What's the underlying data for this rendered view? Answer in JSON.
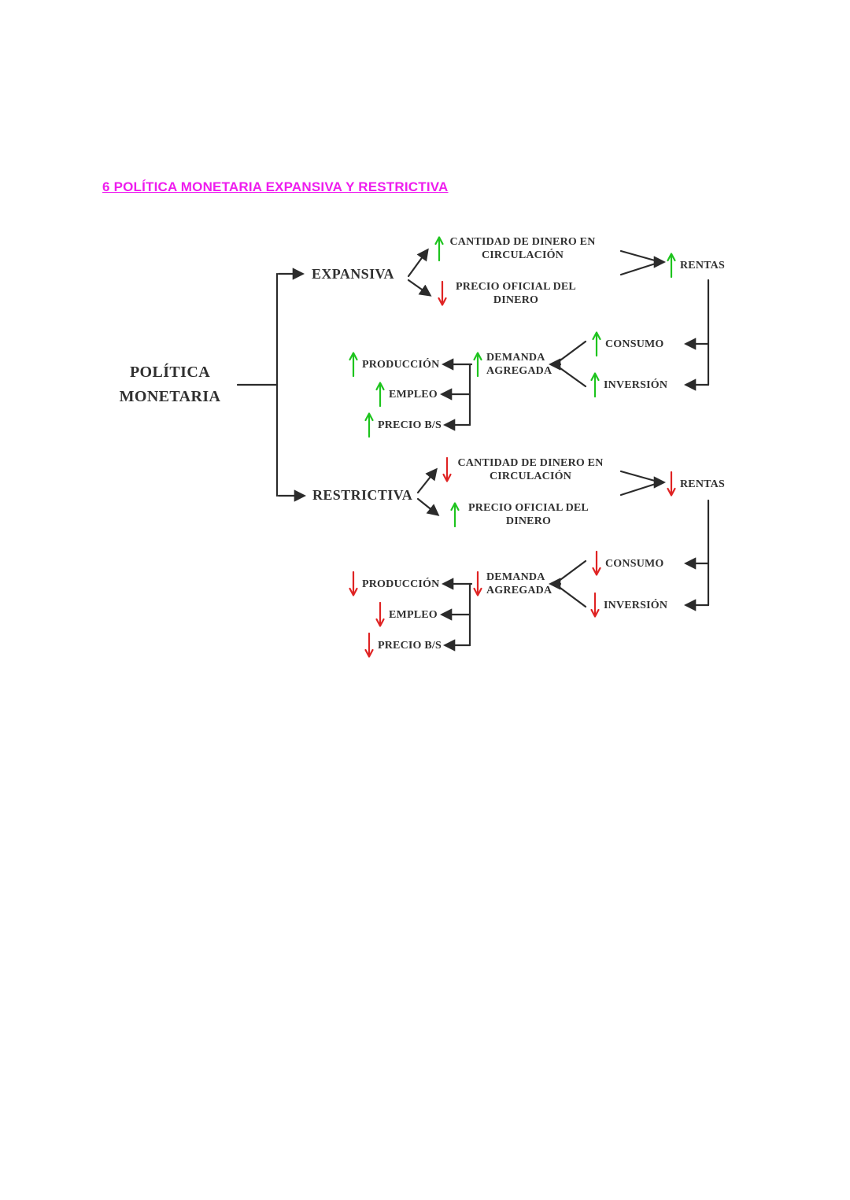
{
  "title": "6 POLÍTICA MONETARIA EXPANSIVA Y RESTRICTIVA",
  "colors": {
    "title": "#ee1cee",
    "up_arrow": "#1ec41e",
    "down_arrow": "#df2323",
    "line": "#2b2b2b",
    "text": "#303030",
    "background": "#ffffff"
  },
  "root": {
    "label": "POLÍTICA MONETARIA"
  },
  "branches": [
    {
      "name": "EXPANSIVA",
      "money_supply": {
        "label": "CANTIDAD DE DINERO EN CIRCULACIÓN",
        "dir": "up"
      },
      "official_price": {
        "label": "PRECIO OFICIAL DEL DINERO",
        "dir": "down"
      },
      "rentas": {
        "label": "RENTAS",
        "dir": "up"
      },
      "consumo": {
        "label": "CONSUMO",
        "dir": "up"
      },
      "inversion": {
        "label": "INVERSIÓN",
        "dir": "up"
      },
      "demanda": {
        "label": "DEMANDA AGREGADA",
        "dir": "up"
      },
      "produccion": {
        "label": "PRODUCCIÓN",
        "dir": "up"
      },
      "empleo": {
        "label": "EMPLEO",
        "dir": "up"
      },
      "precio_bs": {
        "label": "PRECIO B/S",
        "dir": "up"
      }
    },
    {
      "name": "RESTRICTIVA",
      "money_supply": {
        "label": "CANTIDAD DE DINERO EN CIRCULACIÓN",
        "dir": "down"
      },
      "official_price": {
        "label": "PRECIO OFICIAL DEL DINERO",
        "dir": "up"
      },
      "rentas": {
        "label": "RENTAS",
        "dir": "down"
      },
      "consumo": {
        "label": "CONSUMO",
        "dir": "down"
      },
      "inversion": {
        "label": "INVERSIÓN",
        "dir": "down"
      },
      "demanda": {
        "label": "DEMANDA AGREGADA",
        "dir": "down"
      },
      "produccion": {
        "label": "PRODUCCIÓN",
        "dir": "down"
      },
      "empleo": {
        "label": "EMPLEO",
        "dir": "down"
      },
      "precio_bs": {
        "label": "PRECIO B/S",
        "dir": "down"
      }
    }
  ]
}
